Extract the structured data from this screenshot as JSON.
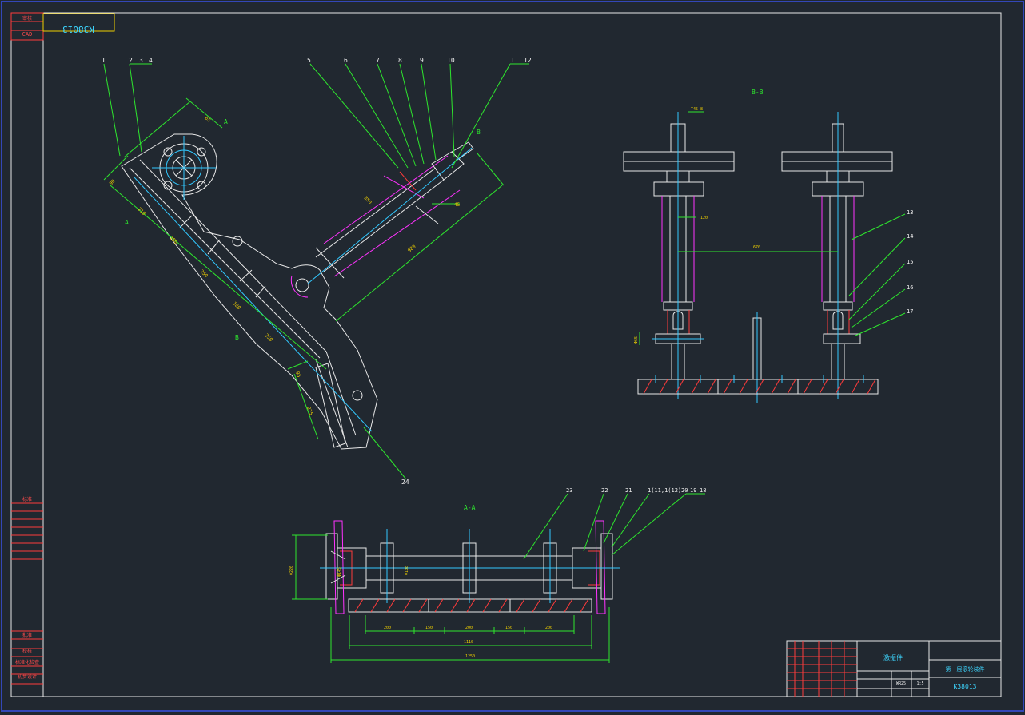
{
  "drawing_number_mirrored": "K38013",
  "drawing_number": "K38013",
  "left_tab_top": [
    "审核",
    "CAD"
  ],
  "left_tab_mid": [
    "标准"
  ],
  "left_tab_bottom": [
    "批准",
    "校核",
    "标准化检查",
    "初步设计"
  ],
  "part_callouts": {
    "p1": "1",
    "p2": "2",
    "p3": "3",
    "p4": "4",
    "p5": "5",
    "p6": "6",
    "p7": "7",
    "p8": "8",
    "p9": "9",
    "p10": "10",
    "p11": "11",
    "p11b": "11",
    "p12": "12",
    "p13": "13",
    "p14": "14",
    "p15": "15",
    "p16": "16",
    "p17": "17",
    "p18": "18",
    "p19": "19",
    "p20": "20",
    "p21": "21",
    "p_1112": "1(11,1(12)",
    "p22": "22",
    "p23": "23",
    "p24": "24"
  },
  "section_markers": {
    "a_top": "A",
    "a_left": "A",
    "b_top": "B",
    "b_bottom": "B"
  },
  "views": {
    "bb": "B-B",
    "aa": "A-A"
  },
  "dims_main": {
    "d65": "65",
    "d90": "90",
    "d2": "210",
    "d3": "180",
    "d4": "250",
    "d5": "180",
    "d6": "250",
    "d7": "95",
    "d8": "225",
    "d9": "350",
    "d10": "980",
    "d11": "45"
  },
  "dims_bb": {
    "top": "T45-8",
    "mid": "120",
    "span": "670",
    "side": "Φ65"
  },
  "dims_aa": {
    "height": "Φ220",
    "bore_left": "Φ145",
    "shaft": "Φ108",
    "s1": "200",
    "s2": "150",
    "s3": "200",
    "s4": "150",
    "s5": "200",
    "inner": "1110",
    "overall": "1250"
  },
  "title_block": {
    "name": "激振件",
    "desc": "第一层滚轮装件",
    "code": "K38013",
    "scale": "1:5",
    "sheet": "WR25"
  }
}
